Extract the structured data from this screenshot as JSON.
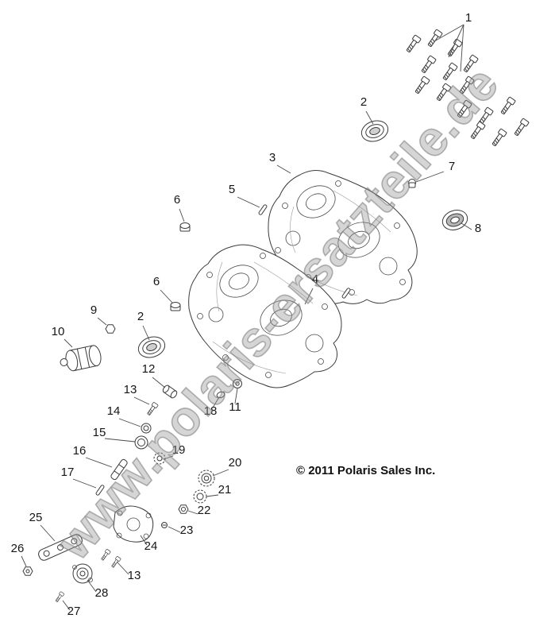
{
  "watermark": {
    "text": "www.polaris-ersatzteile.de"
  },
  "copyright": {
    "text": "© 2011 Polaris Sales Inc."
  },
  "callouts": [
    {
      "label": "1"
    },
    {
      "label": "2"
    },
    {
      "label": "3"
    },
    {
      "label": "7"
    },
    {
      "label": "5"
    },
    {
      "label": "6"
    },
    {
      "label": "8"
    },
    {
      "label": "6"
    },
    {
      "label": "4"
    },
    {
      "label": "9"
    },
    {
      "label": "2"
    },
    {
      "label": "10"
    },
    {
      "label": "12"
    },
    {
      "label": "13"
    },
    {
      "label": "18"
    },
    {
      "label": "11"
    },
    {
      "label": "14"
    },
    {
      "label": "15"
    },
    {
      "label": "16"
    },
    {
      "label": "19"
    },
    {
      "label": "17"
    },
    {
      "label": "20"
    },
    {
      "label": "21"
    },
    {
      "label": "22"
    },
    {
      "label": "23"
    },
    {
      "label": "24"
    },
    {
      "label": "25"
    },
    {
      "label": "26"
    },
    {
      "label": "13"
    },
    {
      "label": "28"
    },
    {
      "label": "27"
    }
  ]
}
